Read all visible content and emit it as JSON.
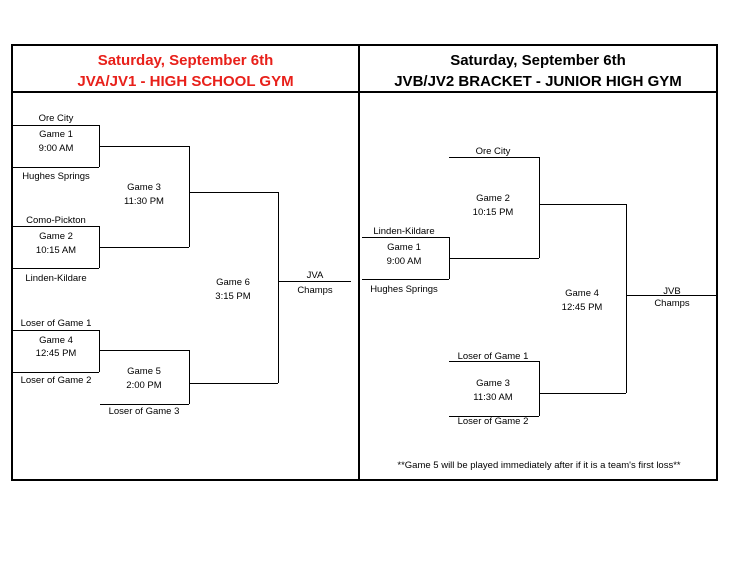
{
  "left_bracket": {
    "date": "Saturday, September 6th",
    "title": "JVA/JV1 - HIGH SCHOOL GYM",
    "accent_color": "#e8201a",
    "teams": {
      "ore_city": "Ore City",
      "hughes_springs": "Hughes Springs",
      "como_pickton": "Como-Pickton",
      "linden_kildare": "Linden-Kildare",
      "loser_game1": "Loser of Game 1",
      "loser_game2": "Loser of Game 2",
      "loser_game3": "Loser of Game 3"
    },
    "games": {
      "g1": {
        "name": "Game 1",
        "time": "9:00 AM"
      },
      "g2": {
        "name": "Game 2",
        "time": "10:15 AM"
      },
      "g3": {
        "name": "Game 3",
        "time": "11:30 PM"
      },
      "g4": {
        "name": "Game 4",
        "time": "12:45 PM"
      },
      "g5": {
        "name": "Game 5",
        "time": "2:00 PM"
      },
      "g6": {
        "name": "Game 6",
        "time": "3:15 PM"
      }
    },
    "champ": {
      "line1": "JVA",
      "line2": "Champs"
    }
  },
  "right_bracket": {
    "date": "Saturday, September 6th",
    "title": "JVB/JV2 BRACKET - JUNIOR HIGH GYM",
    "teams": {
      "ore_city": "Ore City",
      "linden_kildare": "Linden-Kildare",
      "hughes_springs": "Hughes Springs",
      "loser_game1": "Loser of Game 1",
      "loser_game2": "Loser of Game 2"
    },
    "games": {
      "g1": {
        "name": "Game 1",
        "time": "9:00 AM"
      },
      "g2": {
        "name": "Game 2",
        "time": "10:15 PM"
      },
      "g3": {
        "name": "Game 3",
        "time": "11:30 AM"
      },
      "g4": {
        "name": "Game 4",
        "time": "12:45 PM"
      }
    },
    "champ": {
      "line1": "JVB",
      "line2": "Champs"
    },
    "note": "**Game 5 will be played immediately after if it is a team's first loss**"
  }
}
